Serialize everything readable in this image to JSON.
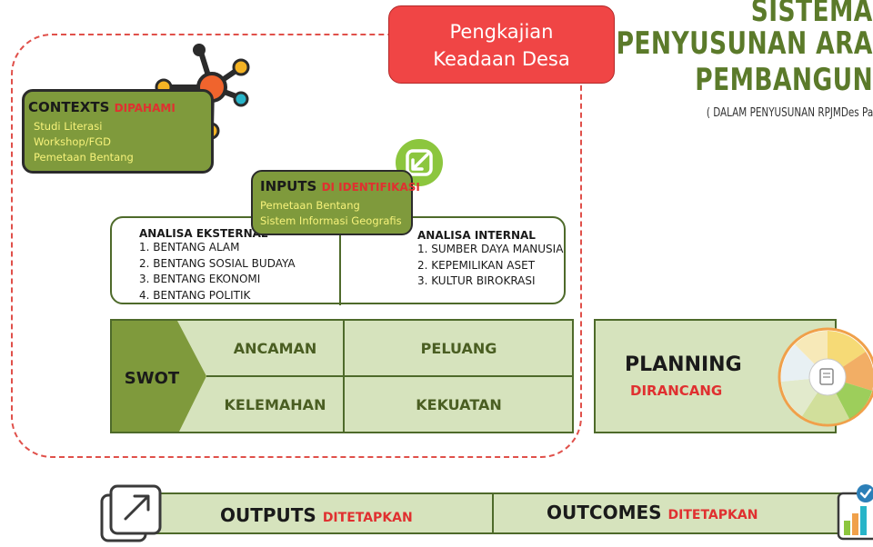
{
  "header": {
    "line1": "SISTEMA",
    "line2": "PENYUSUNAN ARA",
    "line3": "PEMBANGUN",
    "subtitle": "( DALAM PENYUSUNAN RPJMDes Pa"
  },
  "pengkajian": {
    "line1": "Pengkajian",
    "line2": "Keadaan Desa"
  },
  "contexts": {
    "title": "CONTEXTS",
    "title_red": "DIPAHAMI",
    "items": [
      "Studi Literasi",
      "Workshop/FGD",
      "Pemetaan Bentang"
    ]
  },
  "inputs": {
    "title": "INPUTS",
    "title_red": "DI IDENTIFIKASI",
    "items": [
      "Pemetaan Bentang",
      "Sistem Informasi Geografis"
    ]
  },
  "analisa_eksternal": {
    "title": "ANALISA EKSTERNAL",
    "items": [
      "1. BENTANG ALAM",
      "2. BENTANG SOSIAL BUDAYA",
      "3. BENTANG EKONOMI",
      "4. BENTANG POLITIK"
    ]
  },
  "analisa_internal": {
    "title": "ANALISA INTERNAL",
    "items": [
      "1. SUMBER DAYA MANUSIA",
      "2. KEPEMILIKAN ASET",
      "3. KULTUR BIROKRASI"
    ]
  },
  "swot": {
    "label": "SWOT",
    "ancaman": "ANCAMAN",
    "peluang": "PELUANG",
    "kelemahan": "KELEMAHAN",
    "kekuatan": "KEKUATAN"
  },
  "planning": {
    "title": "PLANNING",
    "subtitle": "DIRANCANG"
  },
  "outputs": {
    "title": "OUTPUTS",
    "title_red": "DITETAPKAN"
  },
  "outcomes": {
    "title": "OUTCOMES",
    "title_red": "DITETAPKAN"
  },
  "colors": {
    "brand_green": "#7f9a3c",
    "light_green": "#d6e3bd",
    "dark_green": "#4e6a2a",
    "accent_red": "#f04545",
    "title_green": "#5b7a2a",
    "yellow_text": "#f6f27a"
  },
  "icons": [
    "network-hub-icon",
    "import-arrow-icon",
    "cycle-wheel-icon",
    "export-window-icon",
    "chart-check-icon"
  ]
}
